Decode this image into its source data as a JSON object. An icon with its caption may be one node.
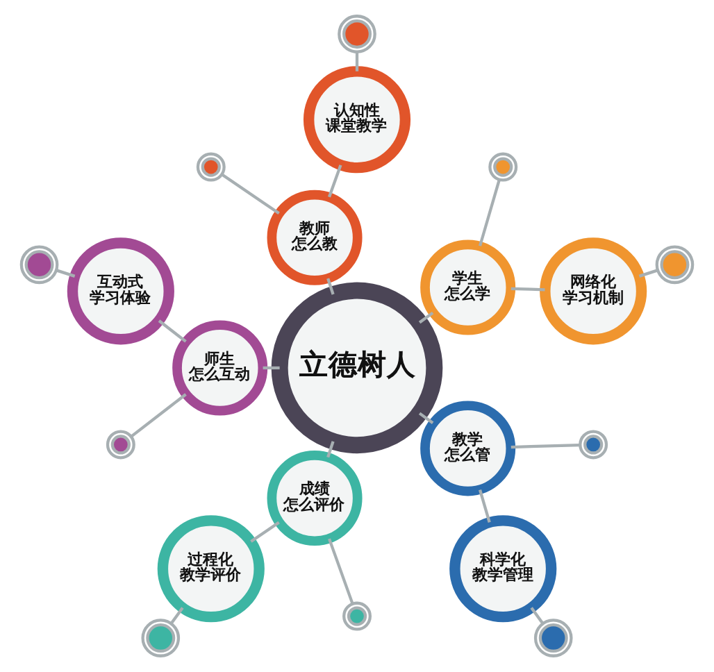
{
  "diagram": {
    "nodes": [
      {
        "text": [
          "立德树人"
        ]
      },
      {
        "text": [
          "学生怎么学"
        ]
      },
      {
        "text": [
          "教师怎么教"
        ]
      },
      {
        "text": [
          "师生怎么互动"
        ]
      },
      {
        "text": [
          "成绩怎么评价"
        ]
      },
      {
        "text": [
          "教学怎么管"
        ]
      },
      {
        "text": [
          "网络化学习机制"
        ]
      },
      {
        "text": [
          "认知性课堂教学"
        ]
      },
      {
        "text": [
          "互动式学习体验"
        ]
      },
      {
        "text": [
          "过程化教学评价"
        ]
      },
      {
        "text": [
          "科学化教学管理"
        ]
      },
      {
        "text": [],
        "shape": "circle"
      },
      {
        "text": [],
        "shape": "circle"
      },
      {
        "text": [],
        "shape": "circle"
      },
      {
        "text": [],
        "shape": "circle"
      },
      {
        "text": [],
        "shape": "circle"
      },
      {
        "text": [],
        "shape": "circle"
      },
      {
        "text": [],
        "shape": "circle"
      },
      {
        "text": [],
        "shape": "circle"
      },
      {
        "text": [],
        "shape": "circle"
      },
      {
        "text": [],
        "shape": "circle"
      }
    ],
    "edges": [
      {
        "from": 0,
        "to": 1,
        "arrow": "none"
      },
      {
        "from": 0,
        "to": 2,
        "arrow": "none"
      },
      {
        "from": 0,
        "to": 3,
        "arrow": "none"
      },
      {
        "from": 0,
        "to": 4,
        "arrow": "none"
      },
      {
        "from": 0,
        "to": 5,
        "arrow": "none"
      },
      {
        "from": 1,
        "to": 6,
        "arrow": "none"
      },
      {
        "from": 2,
        "to": 7,
        "arrow": "none"
      },
      {
        "from": 3,
        "to": 8,
        "arrow": "none"
      },
      {
        "from": 4,
        "to": 9,
        "arrow": "none"
      },
      {
        "from": 5,
        "to": 10,
        "arrow": "none"
      },
      {
        "from": 1,
        "to": 14,
        "arrow": "none"
      },
      {
        "from": 2,
        "to": 13,
        "arrow": "none"
      },
      {
        "from": 3,
        "to": 15,
        "arrow": "none"
      },
      {
        "from": 4,
        "to": 19,
        "arrow": "none"
      },
      {
        "from": 5,
        "to": 17,
        "arrow": "none"
      },
      {
        "from": 6,
        "to": 12,
        "arrow": "none"
      },
      {
        "from": 7,
        "to": 11,
        "arrow": "none"
      },
      {
        "from": 8,
        "to": 16,
        "arrow": "none"
      },
      {
        "from": 9,
        "to": 20,
        "arrow": "none"
      },
      {
        "from": 10,
        "to": 18,
        "arrow": "none"
      }
    ]
  }
}
